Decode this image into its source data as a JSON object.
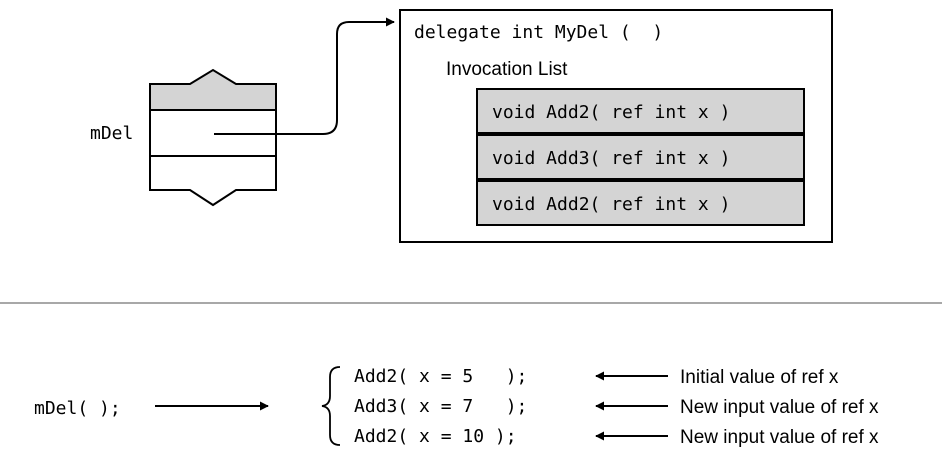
{
  "top": {
    "variable_label": "mDel",
    "delegate_decl": "delegate int MyDel (  )",
    "invocation_title": "Invocation List",
    "invocation_list": [
      "void Add2( ref int x )",
      "void Add3( ref int x )",
      "void Add2( ref int x )"
    ]
  },
  "bottom": {
    "call": "mDel( );",
    "calls": [
      {
        "text": "Add2( x = 5   );",
        "note": "Initial value of ref x"
      },
      {
        "text": "Add3( x = 7   );",
        "note": "New input value of ref x"
      },
      {
        "text": "Add2( x = 10 );",
        "note": "New input value of ref x"
      }
    ]
  },
  "colors": {
    "line": "#000000",
    "shaded": "#d4d4d4",
    "divider": "#8c8c8c"
  }
}
